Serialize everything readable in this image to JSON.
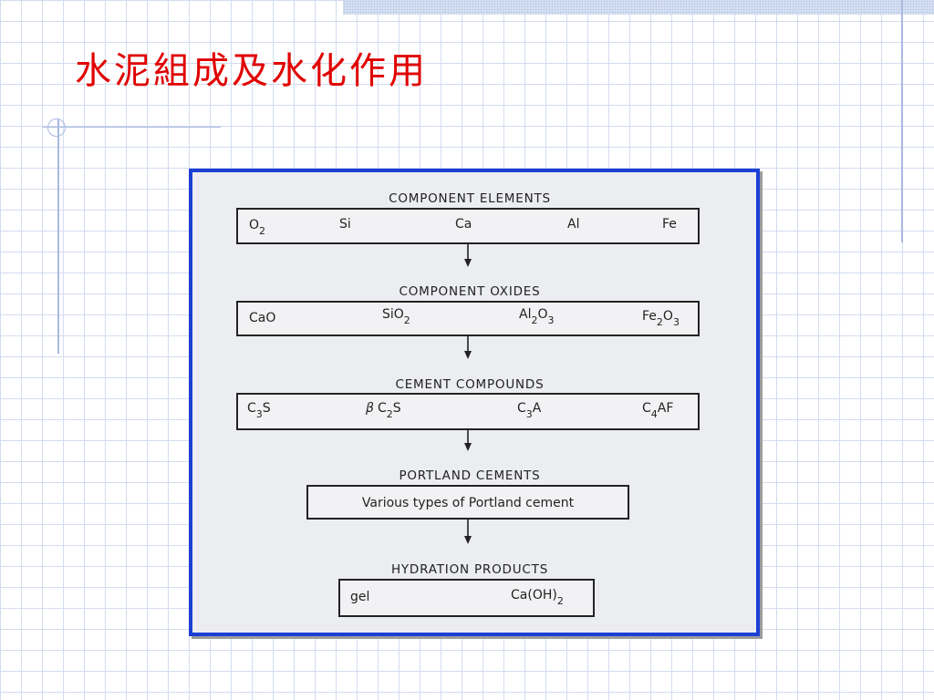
{
  "title": "水泥組成及水化作用",
  "diagram": {
    "sections": [
      {
        "heading": "COMPONENT ELEMENTS",
        "items": [
          {
            "main": "O",
            "sub": "2"
          },
          {
            "main": "Si"
          },
          {
            "main": "Ca"
          },
          {
            "main": "Al"
          },
          {
            "main": "Fe"
          }
        ]
      },
      {
        "heading": "COMPONENT OXIDES",
        "items": [
          {
            "main": "CaO"
          },
          {
            "main": "SiO",
            "sub": "2"
          },
          {
            "main": "Al",
            "sub": "2",
            "main2": "O",
            "sub2": "3"
          },
          {
            "main": "Fe",
            "sub": "2",
            "main2": "O",
            "sub2": "3"
          }
        ]
      },
      {
        "heading": "CEMENT COMPOUNDS",
        "items": [
          {
            "main": "C",
            "sub": "3",
            "main2": "S"
          },
          {
            "prefix": "β",
            "main": "C",
            "sub": "2",
            "main2": "S"
          },
          {
            "main": "C",
            "sub": "3",
            "main2": "A"
          },
          {
            "main": "C",
            "sub": "4",
            "main2": "AF"
          }
        ]
      },
      {
        "heading": "PORTLAND CEMENTS",
        "items": [
          {
            "main": "Various types of Portland cement"
          }
        ]
      },
      {
        "heading": "HYDRATION PRODUCTS",
        "items": [
          {
            "main": "gel"
          },
          {
            "main": "Ca(OH)",
            "sub": "2"
          }
        ]
      }
    ]
  }
}
